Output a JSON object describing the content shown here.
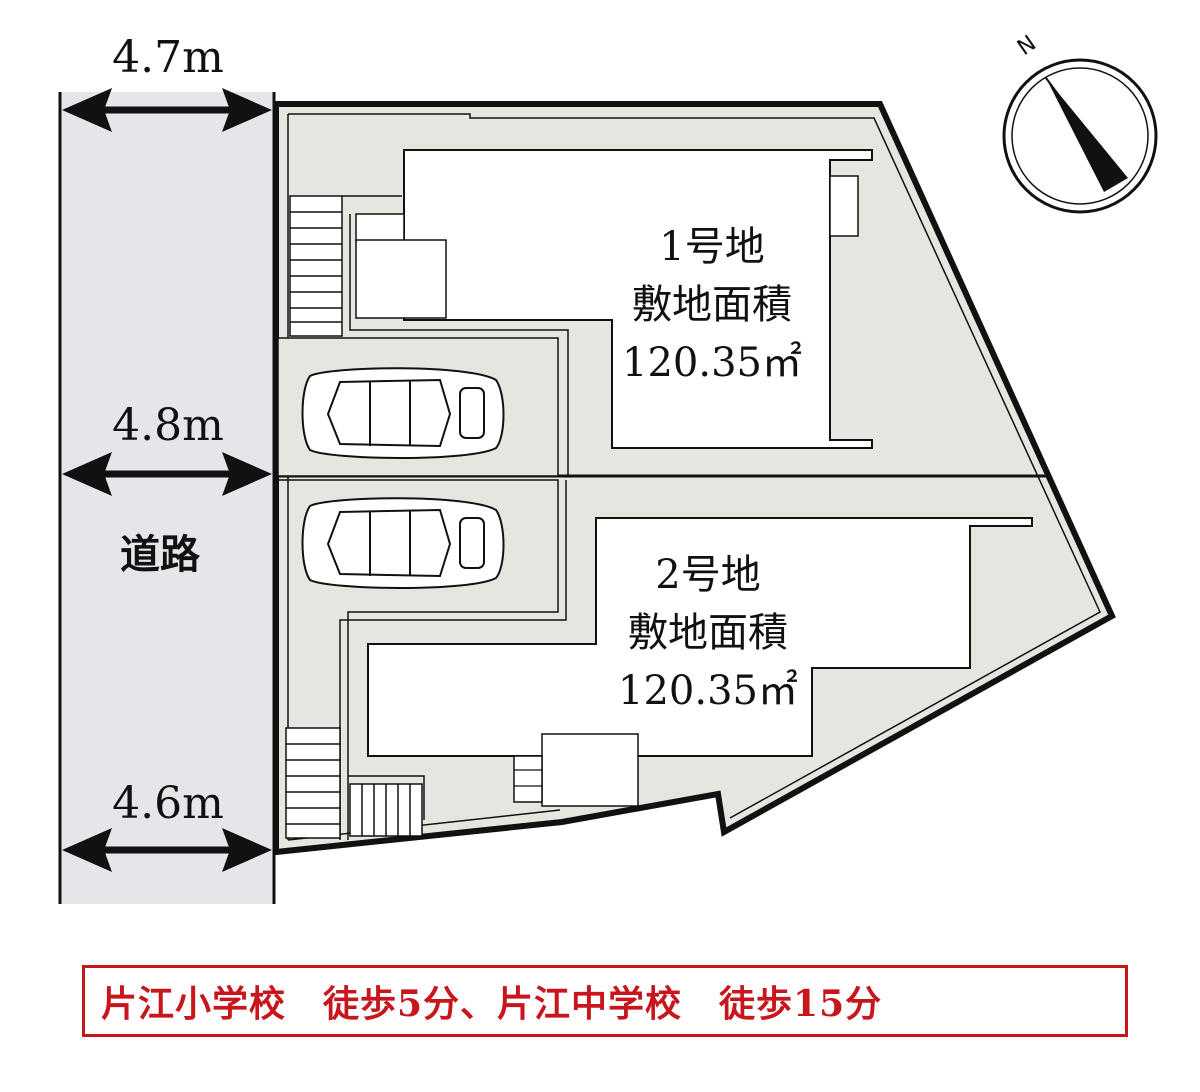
{
  "colors": {
    "road": "#e6e6ea",
    "site_fill": "#e7e5df",
    "building_fill": "#ffffff",
    "line": "#111111",
    "accent_red": "#c8161d"
  },
  "road": {
    "label": "道路",
    "widths": [
      "4.7m",
      "4.8m",
      "4.6m"
    ]
  },
  "compass": {
    "label": "N"
  },
  "lots": [
    {
      "number": "1号地",
      "area_label": "敷地面積",
      "area": "120.35㎡"
    },
    {
      "number": "2号地",
      "area_label": "敷地面積",
      "area": "120.35㎡"
    }
  ],
  "footer": {
    "text": "片江小学校　徒歩5分、片江中学校　徒歩15分"
  }
}
